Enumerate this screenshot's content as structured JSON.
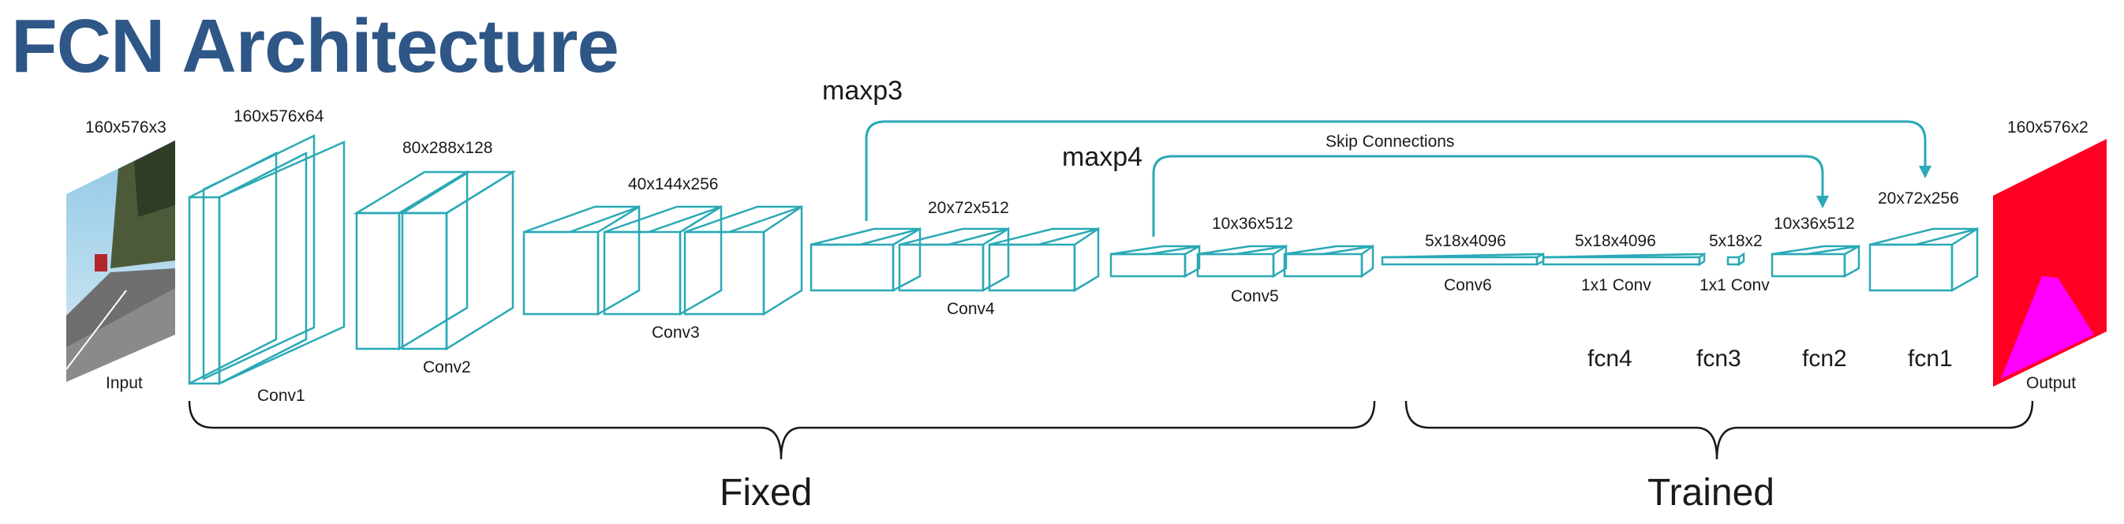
{
  "title": "FCN Architecture",
  "input": {
    "dims": "160x576x3",
    "label": "Input"
  },
  "output": {
    "dims": "160x576x2",
    "label": "Output"
  },
  "blocks": {
    "conv1": {
      "dims": "160x576x64",
      "label": "Conv1"
    },
    "conv2": {
      "dims": "80x288x128",
      "label": "Conv2"
    },
    "conv3": {
      "dims": "40x144x256",
      "label": "Conv3"
    },
    "conv4": {
      "dims": "20x72x512",
      "label": "Conv4"
    },
    "conv5": {
      "dims": "10x36x512",
      "label": "Conv5"
    },
    "conv6": {
      "dims": "5x18x4096",
      "label": "Conv6"
    },
    "conv7": {
      "dims": "5x18x4096",
      "label": "1x1 Conv"
    },
    "conv8": {
      "dims": "5x18x2",
      "label": "1x1 Conv"
    },
    "fcn2": {
      "dims": "10x36x512"
    },
    "fcn1": {
      "dims": "20x72x256"
    }
  },
  "fcn_labels": {
    "fcn4": "fcn4",
    "fcn3": "fcn3",
    "fcn2": "fcn2",
    "fcn1": "fcn1"
  },
  "skip": {
    "maxp3": "maxp3",
    "maxp4": "maxp4",
    "caption": "Skip Connections"
  },
  "groups": {
    "fixed": "Fixed",
    "trained": "Trained"
  },
  "colors": {
    "title": "#2e5687",
    "layer_stroke": "#2aa9b6",
    "output_red": "#ff0022",
    "output_magenta": "#ff00ff"
  }
}
